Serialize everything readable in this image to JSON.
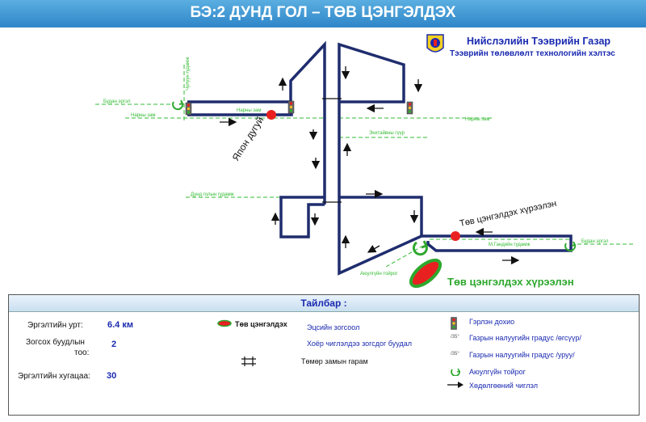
{
  "header": {
    "title": "БЭ:2 ДУНД ГОЛ – ТӨВ ЦЭНГЭЛДЭХ",
    "org_name": "Нийслэлийн Тээврийн Газар",
    "org_sub": "Тээврийн төлөвлөлт технологийн хэлтэс"
  },
  "map": {
    "labels": {
      "budan_left": "Будан эргэл",
      "narny_left": "Нарны зам",
      "narny_mid": "Нарны зам",
      "narny_right": "Нарны зам",
      "vertical_street": "Чулуун гудамж",
      "enkhtaivan": "Энхтайвны гүүр",
      "dund_gol": "Дунд голын гудамж",
      "m_gandi": "М.Гандийн гудамж",
      "budan_right": "Будан эргэл",
      "roundabout": "Аюулгүйн тойрог",
      "yapon_duguy": "Япон дугуй",
      "stadium_route": "Төв цэнгэлдэх хүрээлэн",
      "stadium_big": "Төв цэнгэлдэх хүрээлэн"
    },
    "colors": {
      "route": "#1f2d6e",
      "street": "#33bb33",
      "stop": "#e82020",
      "stadium_fill": "#e82020",
      "stadium_ring": "#2ea82e",
      "stadium_text": "#2ea82e"
    }
  },
  "legend": {
    "title": "Тайлбар :",
    "length_label": "Эргэлтийн урт:",
    "length_value": "6.4 км",
    "stops_label_1": "Зогсох буудлын",
    "stops_label_2": "тоо:",
    "stops_value": "2",
    "interval_label": "Эргэлтийн хугацаа:",
    "interval_value": "30",
    "stadium_label": "Төв цэнгэлдэх",
    "end_stop": "Эцсийн зогсоол",
    "two_way_stop": "Хоёр чиглэлдээ зогсдог буудал",
    "rail_crossing": "Төмөр замын гарам",
    "traffic_light": "Гэрлэн дохио",
    "slope_up": "Газрын налуугийн градус /өгсүүр/",
    "slope_down": "Газрын налуугийн градус /уруу/",
    "slope_up_icon": "/35°",
    "slope_down_icon": "/35°",
    "safety_roundabout": "Аюулгүйн тойрог",
    "direction": "Хөдөлгөөний чиглэл"
  }
}
